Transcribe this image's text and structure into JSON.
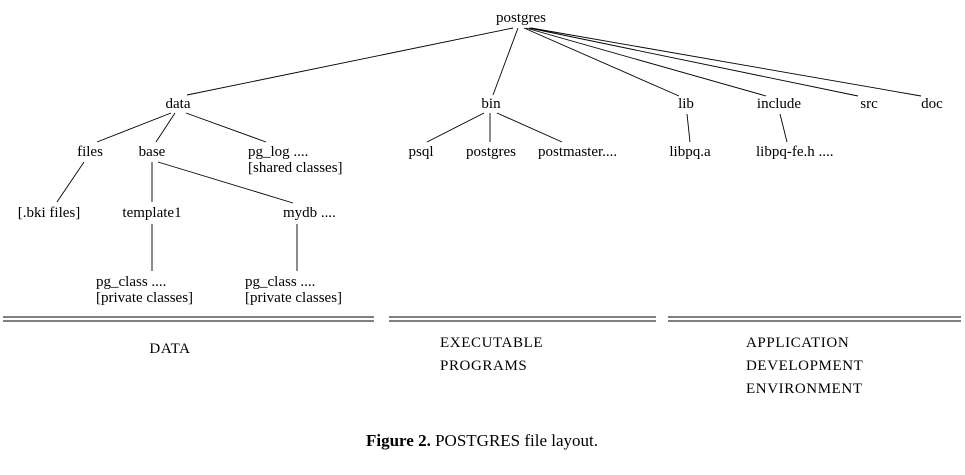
{
  "tree": {
    "root": "postgres",
    "level1": {
      "data": "data",
      "bin": "bin",
      "lib": "lib",
      "include": "include",
      "src": "src",
      "doc": "doc"
    },
    "level2": {
      "files": "files",
      "base": "base",
      "pg_log": "pg_log ....",
      "pg_log_note": "[shared classes]",
      "psql": "psql",
      "postgres": "postgres",
      "postmaster": "postmaster....",
      "libpq_a": "libpq.a",
      "libpq_fe": "libpq-fe.h ...."
    },
    "level3": {
      "bki_files": "[.bki files]",
      "template1": "template1",
      "mydb": "mydb ...."
    },
    "level4": {
      "pg_class_a": "pg_class ....",
      "pg_class_a_note": "[private classes]",
      "pg_class_b": "pg_class ....",
      "pg_class_b_note": "[private classes]"
    }
  },
  "sections": {
    "data_label": "DATA",
    "executable_line1": "EXECUTABLE",
    "executable_line2": "PROGRAMS",
    "app_line1": "APPLICATION",
    "app_line2": "DEVELOPMENT",
    "app_line3": "ENVIRONMENT"
  },
  "caption": {
    "bold": "Figure 2.",
    "rest": "POSTGRES file layout."
  }
}
